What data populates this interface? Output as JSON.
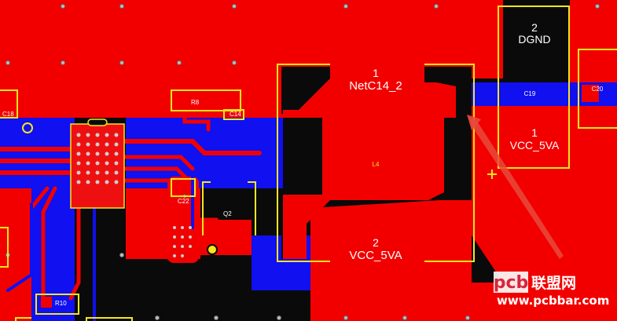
{
  "colors": {
    "top_copper": "#f20000",
    "bottom_copper": "#1010f0",
    "background": "#0a0a0a",
    "silkscreen": "#f5e61e",
    "pad_label": "#ffffff",
    "arrow": "#e84a3c"
  },
  "components": {
    "l4": {
      "designator": "L4",
      "pad1_number": "1",
      "pad1_net": "NetC14_2",
      "pad2_number": "2",
      "pad2_net": "VCC_5VA"
    },
    "c19": {
      "designator": "C19",
      "pad2_number": "2",
      "pad2_net": "DGND",
      "pad1_number": "1",
      "pad1_net": "VCC_5VA"
    },
    "c20": {
      "designator": "C20"
    },
    "c18": {
      "designator": "C18"
    },
    "c14": {
      "designator": "C14"
    },
    "c22": {
      "designator": "C22"
    },
    "r8": {
      "designator": "R8"
    },
    "r10": {
      "designator": "R10"
    },
    "q2": {
      "designator": "Q2"
    },
    "plus_mark": "+"
  },
  "watermark": {
    "logo_latin": "pcb",
    "logo_chinese": "联盟网",
    "url": "www.pcbbar.com"
  }
}
